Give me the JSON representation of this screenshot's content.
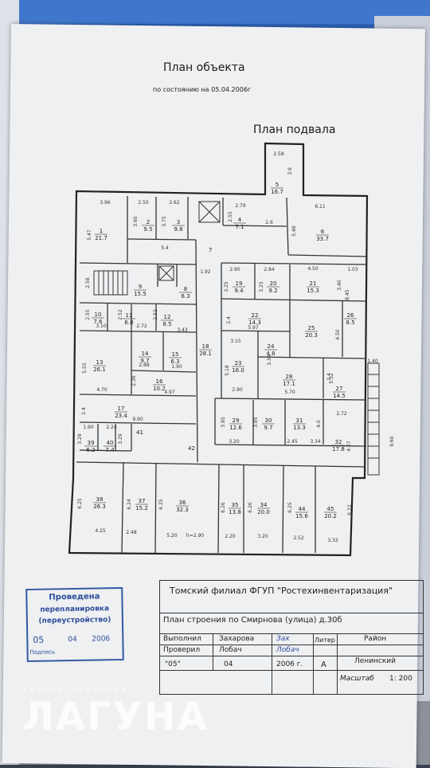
{
  "header": {
    "title": "План объекта",
    "subtitle": "по состоянию на 05.04.2006г",
    "plan_title": "План подвала"
  },
  "rooms": [
    {
      "num": "1",
      "area": "21.7"
    },
    {
      "num": "2",
      "area": "9.5"
    },
    {
      "num": "3",
      "area": "9.8"
    },
    {
      "num": "4",
      "area": "7.1"
    },
    {
      "num": "5",
      "area": "16.7"
    },
    {
      "num": "6",
      "area": "33.7"
    },
    {
      "num": "7",
      "area": ""
    },
    {
      "num": "8",
      "area": "6.3"
    },
    {
      "num": "9",
      "area": "15.5"
    },
    {
      "num": "10",
      "area": "7.6"
    },
    {
      "num": "11",
      "area": "6.8"
    },
    {
      "num": "12",
      "area": "8.5"
    },
    {
      "num": "13",
      "area": "26.1"
    },
    {
      "num": "14",
      "area": "9.7"
    },
    {
      "num": "15",
      "area": "6.3"
    },
    {
      "num": "16",
      "area": "10.2"
    },
    {
      "num": "17",
      "area": "23.4"
    },
    {
      "num": "18",
      "area": "28.1"
    },
    {
      "num": "19",
      "area": "9.4"
    },
    {
      "num": "20",
      "area": "9.2"
    },
    {
      "num": "21",
      "area": "15.3"
    },
    {
      "num": "22",
      "area": "14.3"
    },
    {
      "num": "23",
      "area": "16.0"
    },
    {
      "num": "24",
      "area": "4.8"
    },
    {
      "num": "25",
      "area": "20.3"
    },
    {
      "num": "26",
      "area": "8.5"
    },
    {
      "num": "27",
      "area": "14.5"
    },
    {
      "num": "28",
      "area": "17.1"
    },
    {
      "num": "29",
      "area": "12.6"
    },
    {
      "num": "30",
      "area": "9.7"
    },
    {
      "num": "31",
      "area": "13.3"
    },
    {
      "num": "32",
      "area": "17.8"
    },
    {
      "num": "34",
      "area": "20.0"
    },
    {
      "num": "35",
      "area": "13.8"
    },
    {
      "num": "36",
      "area": "32.3"
    },
    {
      "num": "37",
      "area": "15.2"
    },
    {
      "num": "38",
      "area": "26.3"
    },
    {
      "num": "39",
      "area": "6.2"
    },
    {
      "num": "40",
      "area": "7.4"
    },
    {
      "num": "41",
      "area": ""
    },
    {
      "num": "42",
      "area": ""
    },
    {
      "num": "44",
      "area": "15.6"
    },
    {
      "num": "45",
      "area": "20.2"
    }
  ],
  "dimensions": [
    "2.58",
    "3.9",
    "3.96",
    "2.50",
    "2.62",
    "2.79",
    "6.11",
    "5.47",
    "3.60",
    "3.75",
    "2.55",
    "2.6",
    "5.48",
    "5.4",
    "1.92",
    "2.90",
    "2.84",
    "4.50",
    "1.03",
    "2.58",
    "3.25",
    "3.25",
    "3.40",
    "8.45",
    "2.55",
    "2.52",
    "2.52",
    "3.10",
    "2.72",
    "3.43",
    "2.4",
    "5.97",
    "4.50",
    "3.15",
    "5.55",
    "3.34",
    "2.88",
    "1.90",
    "5.18",
    "2.4",
    "4.70",
    "2.36",
    "4.97",
    "2.90",
    "5.70",
    "5.32",
    "1.40",
    "2.4",
    "9.90",
    "3.95",
    "3.95",
    "2.72",
    "4.07",
    "1.90",
    "2.24",
    "3.29",
    "3.29",
    "3.20",
    "2.45",
    "3.34",
    "4.0",
    "9.60",
    "6.25",
    "6.24",
    "6.25",
    "6.26",
    "6.26",
    "6.25",
    "6.22",
    "4.25",
    "2.48",
    "5.20",
    "h=2.90",
    "2.20",
    "3.20",
    "2.52",
    "3.32"
  ],
  "stamp": {
    "line1": "Проведена",
    "line2": "перепланировка",
    "line3": "(переустройство)",
    "date_day": "05",
    "date_month": "04",
    "date_year": "2006",
    "sign_label": "Подпись"
  },
  "title_block": {
    "org": "Томский филиал ФГУП \"Ростехинвентаризация\"",
    "plan_of": "План строения по Смирнова (улица) д.30б",
    "performed_label": "Выполнил",
    "performed_name": "Захарова",
    "checked_label": "Проверил",
    "checked_name": "Лобач",
    "liter_label": "Литер",
    "liter_value": "А",
    "district_label": "Район",
    "district_value": "Ленинский",
    "day": "\"05\"",
    "month": "04",
    "year": "2006 г.",
    "scale_label": "Масштаб",
    "scale_value": "1: 200",
    "sign1": "Зах",
    "sign2": "Лобач"
  },
  "watermark": {
    "name": "ЛАГУНА",
    "tagline": "ГРУППА КОМПАНИЙ"
  },
  "colors": {
    "ink": "#1b1b1b",
    "stamp": "#2c4c9a",
    "paper": "#eef0f2"
  }
}
